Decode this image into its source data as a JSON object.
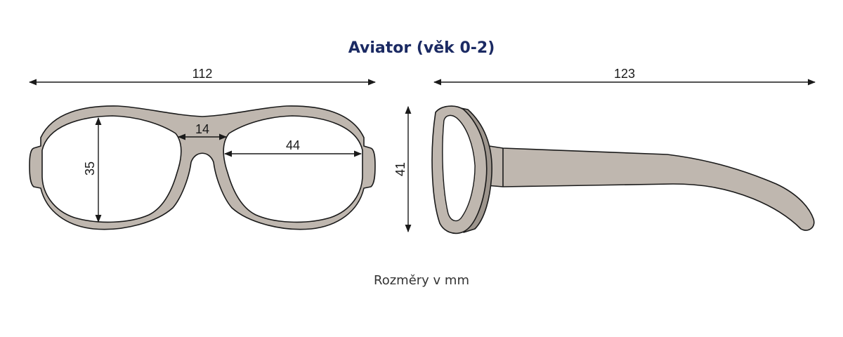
{
  "title": "Aviator (věk 0-2)",
  "dimensions": {
    "total_width": "112",
    "bridge": "14",
    "lens_width": "44",
    "lens_height": "35",
    "frame_height": "41",
    "temple_length": "123"
  },
  "units_note": "Rozměry v mm",
  "colors": {
    "frame": "#bfb7af",
    "frame_dark": "#9d958d",
    "title": "#1b2a63",
    "line": "#1a1a1a"
  }
}
